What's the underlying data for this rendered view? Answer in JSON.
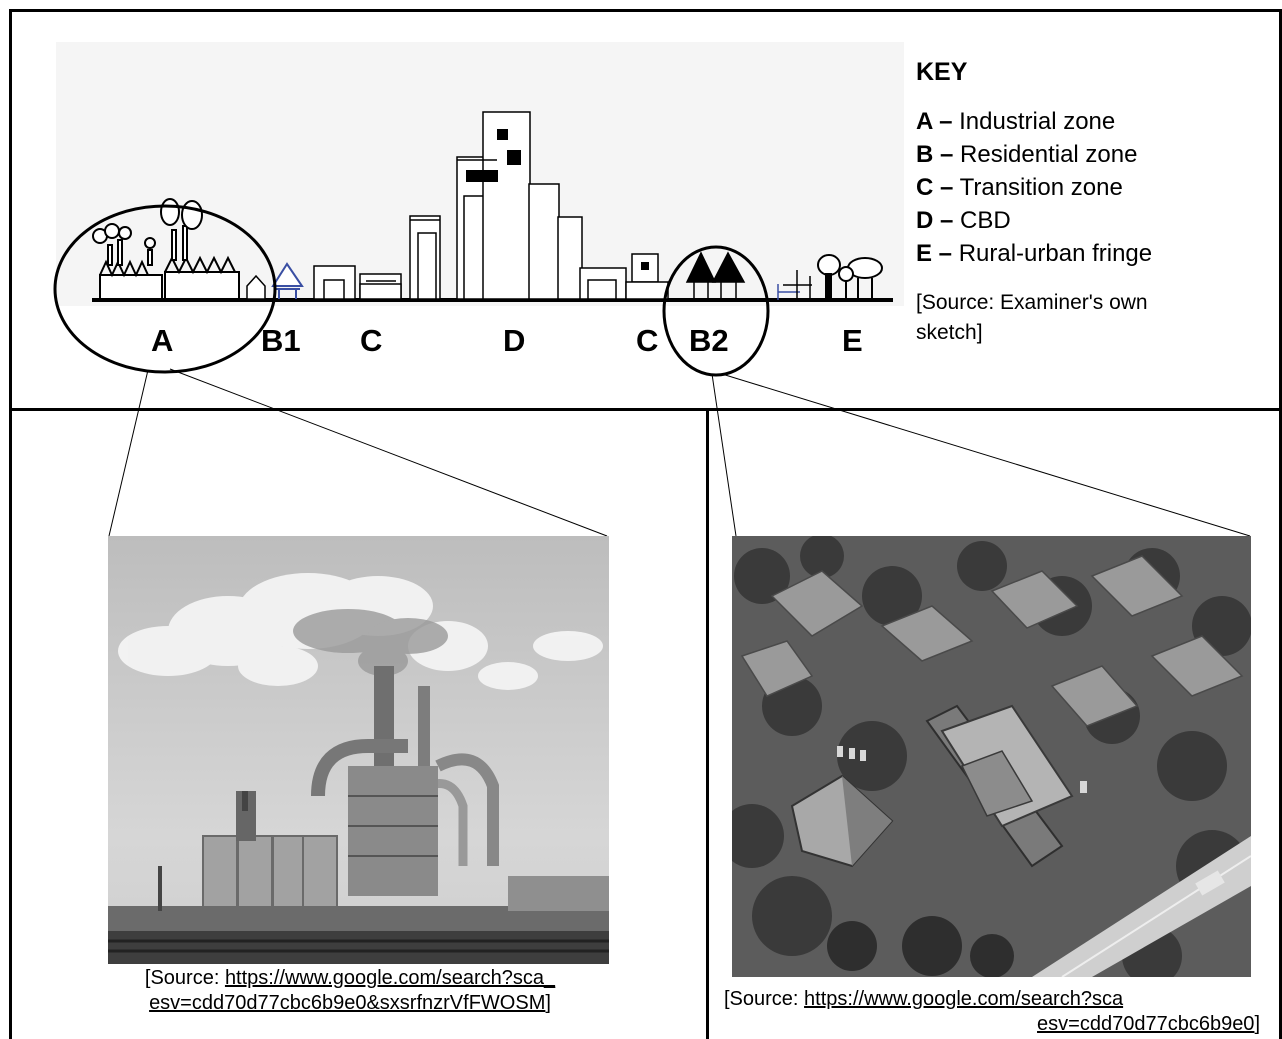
{
  "diagram": {
    "zones": [
      {
        "letter": "A"
      },
      {
        "letter": "B1"
      },
      {
        "letter": "C"
      },
      {
        "letter": "D"
      },
      {
        "letter": "C"
      },
      {
        "letter": "B2"
      },
      {
        "letter": "E"
      }
    ],
    "key": {
      "title": "KEY",
      "items": [
        {
          "code": "A –",
          "label": " Industrial zone"
        },
        {
          "code": "B –",
          "label": " Residential zone"
        },
        {
          "code": "C –",
          "label": " Transition zone"
        },
        {
          "code": "D –",
          "label": " CBD"
        },
        {
          "code": "E –",
          "label": " Rural-urban fringe"
        }
      ],
      "source_line1": "[Source: Examiner's own",
      "source_line2": "sketch]"
    }
  },
  "photos": {
    "industrial": {
      "icon": "factory-photo",
      "source_prefix": "[Source: ",
      "source_link_line1": "https://www.google.com/search?sca_",
      "source_link_line2": "esv=cdd70d77cbc6b9e0&sxsrfnzrVfFWOSM",
      "source_suffix": "]"
    },
    "residential": {
      "icon": "residential-aerial-photo",
      "source_prefix": "[Source: ",
      "source_link_line1": "https://www.google.com/search?sca",
      "source_link_line2": "esv=cdd70d77cbc6b9e0",
      "source_suffix": "]"
    }
  }
}
